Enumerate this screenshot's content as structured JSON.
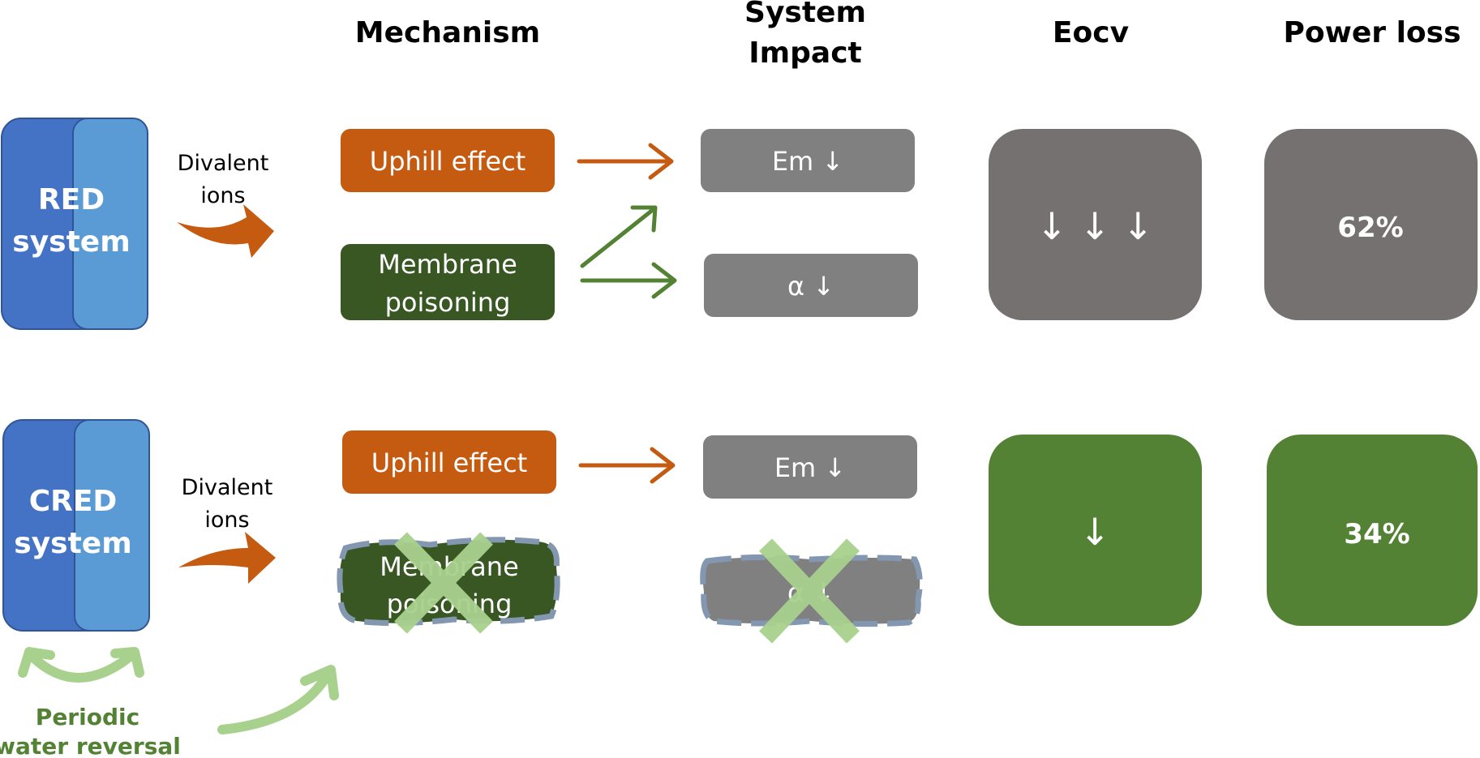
{
  "headers": {
    "mechanism": "Mechanism",
    "system_impact_line1": "System",
    "system_impact_line2": "Impact",
    "eocv": "Eocv",
    "power_loss": "Power loss"
  },
  "red_row": {
    "system_line1": "RED",
    "system_line2": "system",
    "ions_line1": "Divalent",
    "ions_line2": "ions",
    "uphill": "Uphill effect",
    "membrane_line1": "Membrane",
    "membrane_line2": "poisoning",
    "em_impact": "Em ↓",
    "alpha_impact": "α ↓",
    "eocv_value": "↓ ↓ ↓",
    "power_loss_value": "62%"
  },
  "cred_row": {
    "system_line1": "CRED",
    "system_line2": "system",
    "ions_line1": "Divalent",
    "ions_line2": "ions",
    "uphill": "Uphill effect",
    "membrane_line1": "Membrane",
    "membrane_line2": "poisoning",
    "em_impact": "Em ↓",
    "alpha_impact": "α ↓",
    "eocv_value": "↓",
    "power_loss_value": "34%",
    "reversal_line1": "Periodic",
    "reversal_line2": "water reversal"
  },
  "colors": {
    "orange": "#C55A11",
    "dark_green": "#385723",
    "green": "#548235",
    "light_green": "#A9D18E",
    "gray": "#808080",
    "dark_gray": "#767171",
    "blue_dark": "#4472C4",
    "blue_light": "#5B9BD5",
    "dash_blue": "#8497B0"
  }
}
